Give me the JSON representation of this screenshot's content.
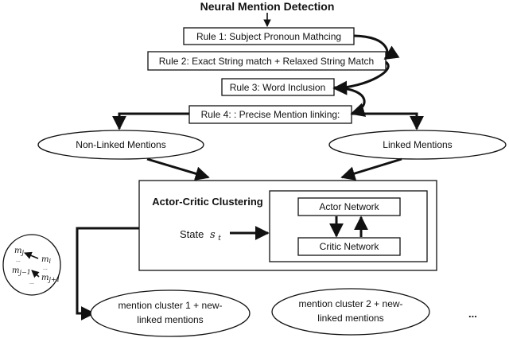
{
  "title": "Neural Mention Detection",
  "rules": [
    "Rule 1: Subject Pronoun Mathcing",
    "Rule 2: Exact String match + Relaxed String Match",
    "Rule 3: Word Inclusion",
    "Rule 4: : Precise Mention linking:"
  ],
  "mentions": {
    "non_linked": "Non-Linked Mentions",
    "linked": "Linked Mentions"
  },
  "clustering": {
    "title": "Actor-Critic Clustering",
    "state_label": "State",
    "state_var": "s",
    "state_sub": "t",
    "actor": "Actor Network",
    "critic": "Critic Network"
  },
  "clusters": [
    {
      "line1": "mention cluster 1 + new-",
      "line2": "linked mentions"
    },
    {
      "line1": "mention cluster 2 + new-",
      "line2": "linked mentions"
    }
  ],
  "ellipsis": "...",
  "inset": {
    "m_j": "m",
    "j": "j",
    "m_i": "m",
    "i": "i",
    "m_j_minus_1": "m",
    "j_minus_1": "j−1",
    "m_j_plus_1": "m",
    "j_plus_1": "j+1",
    "dots": "..."
  }
}
